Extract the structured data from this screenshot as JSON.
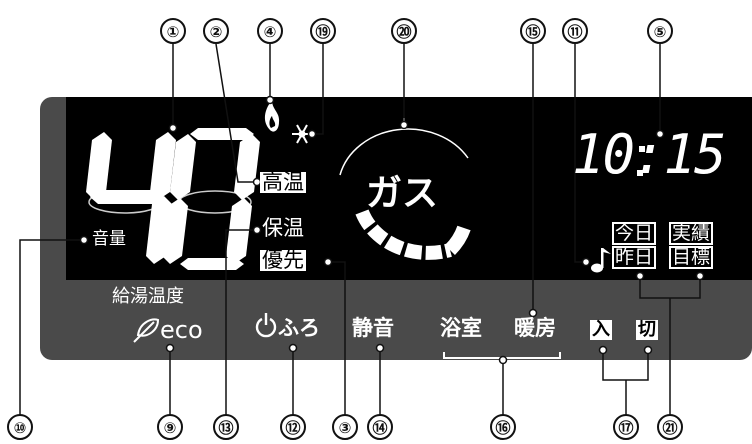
{
  "callouts": {
    "c1": "①",
    "c2": "②",
    "c3": "③",
    "c4": "④",
    "c5": "⑤",
    "c9": "⑨",
    "c10": "⑩",
    "c11": "⑪",
    "c12": "⑫",
    "c13": "⑬",
    "c14": "⑭",
    "c15": "⑮",
    "c16": "⑯",
    "c17": "⑰",
    "c19": "⑲",
    "c20": "⑳",
    "c21": "㉑"
  },
  "display": {
    "temperature": "40",
    "clock": "10:15",
    "gas": "ガス",
    "high_temp": "高温",
    "keep_warm": "保温",
    "priority": "優先",
    "volume": "音量",
    "today": "今日",
    "yesterday": "昨日",
    "actual": "実績",
    "target": "目標"
  },
  "panel": {
    "bath_temp_label": "給湯温度",
    "eco": "eco",
    "furo": "ふろ",
    "quiet": "静音",
    "bathroom": "浴室",
    "heating": "暖房",
    "on": "入",
    "off": "切"
  },
  "colors": {
    "screen": "#000000",
    "bezel": "#4a4a4a",
    "segment": "#ffffff"
  }
}
